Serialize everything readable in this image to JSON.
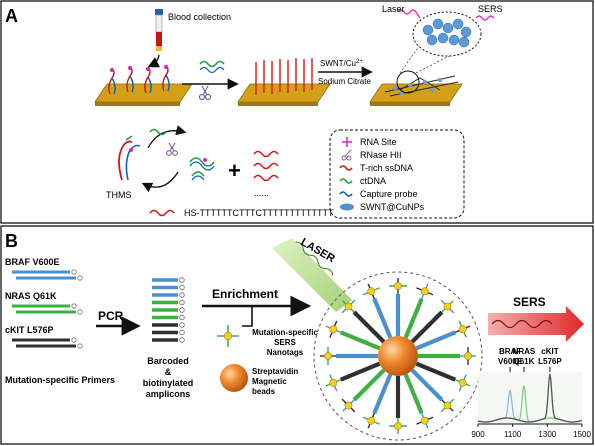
{
  "panel_a": {
    "label": "A",
    "blood_collection": "Blood collection",
    "laser": "Laser",
    "sers": "SERS",
    "arrow_top": "SWNT/Cu",
    "arrow_sup": "2+",
    "arrow_bottom": "Sodium Citrate",
    "thms": "THMS",
    "sequence": "HS-TTTTTTCTTTCTTTTTTTTTTTTT",
    "ellipsis": "......",
    "legend": [
      {
        "label": "RNA Site",
        "color": "#e020c0",
        "icon": "rna-site-icon"
      },
      {
        "label": "RNase HII",
        "color": "#8060a0",
        "icon": "scissors-icon"
      },
      {
        "label": "T-rich ssDNA",
        "color": "#d01818",
        "icon": "t-rich-ssdna-icon"
      },
      {
        "label": "ctDNA",
        "color": "#20a040",
        "icon": "ctdna-icon"
      },
      {
        "label": "Capture probe",
        "color": "#1060c0",
        "icon": "capture-probe-icon"
      },
      {
        "label": "SWNT@CuNPs",
        "color": "#5090d0",
        "icon": "swnt-cunps-icon"
      }
    ]
  },
  "panel_b": {
    "label": "B",
    "primers": [
      {
        "label": "BRAF V600E",
        "color": "#4a90d0"
      },
      {
        "label": "NRAS Q61K",
        "color": "#3cb040"
      },
      {
        "label": "cKIT L576P",
        "color": "#303030"
      }
    ],
    "primers_caption": "Mutation-specific Primers",
    "pcr": "PCR",
    "amplicons_caption": [
      "Barcoded",
      "&",
      "biotinylated",
      "amplicons"
    ],
    "enrichment": "Enrichment",
    "nanotags_caption": [
      "Mutation-specific",
      "SERS",
      "Nanotags"
    ],
    "beads_caption": [
      "Streptavidin",
      "Magnetic",
      "beads"
    ],
    "laser": "LASER",
    "sers": "SERS",
    "peaks": [
      {
        "name": "BRAF",
        "mutation": "V600E"
      },
      {
        "name": "NRAS",
        "mutation": "Q61K"
      },
      {
        "name": "cKIT",
        "mutation": "L576P"
      }
    ],
    "spectrum_axis": {
      "min": 900,
      "max": 1500,
      "ticks": [
        "900",
        "1100",
        "1300",
        "1500"
      ]
    },
    "colors": {
      "bead": "#f08a30",
      "nanotag": "#f0d020",
      "arrow_red": "#e03030",
      "laser_green": "#a8d870"
    }
  }
}
